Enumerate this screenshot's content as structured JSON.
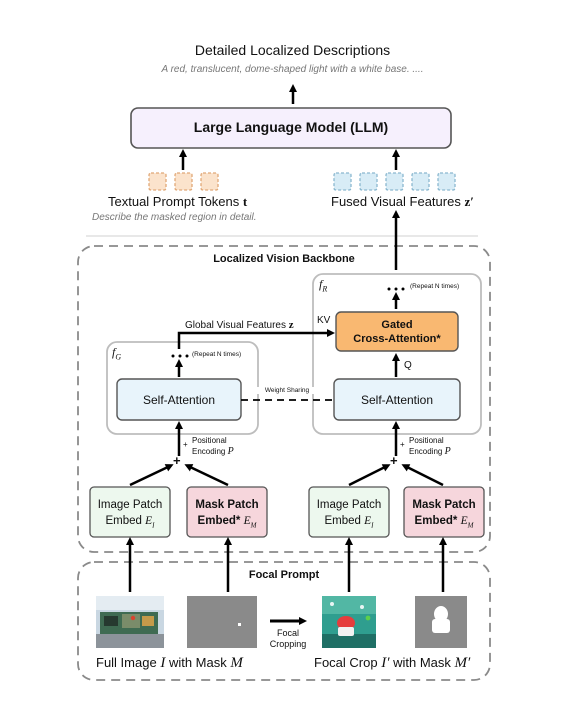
{
  "top": {
    "title": "Detailed Localized Descriptions",
    "example": "A red, translucent, dome-shaped light with a white base. ...."
  },
  "llm": {
    "label": "Large Language Model (LLM)"
  },
  "prompt_tokens": {
    "label": "Textual Prompt Tokens",
    "symbol": "t",
    "sublabel": "Describe the masked region in detail."
  },
  "fused": {
    "label": "Fused Visual Features",
    "symbol": "z′"
  },
  "backbone": {
    "title": "Localized Vision Backbone",
    "fg_label": "f",
    "fg_sub": "G",
    "fr_label": "f",
    "fr_sub": "R",
    "repeat_left": "(Repeat N times)",
    "repeat_right": "(Repeat N times)",
    "self_attention_left": "Self-Attention",
    "self_attention_right": "Self-Attention",
    "weight_sharing": "Weight Sharing",
    "gated_line1": "Gated",
    "gated_line2": "Cross-Attention*",
    "kv": "KV",
    "q": "Q",
    "global_features": "Global Visual Features",
    "global_symbol": "z",
    "pos_enc_line1": "Positional",
    "pos_enc_line2": "Encoding",
    "pos_enc_symbol": "P",
    "plus": "+",
    "image_patch_line1": "Image Patch",
    "image_patch_line2": "Embed",
    "image_patch_symbol": "E",
    "image_patch_sub": "I",
    "mask_patch_line1": "Mask Patch",
    "mask_patch_line2": "Embed*",
    "mask_patch_symbol": "E",
    "mask_patch_sub": "M"
  },
  "focal": {
    "title": "Focal Prompt",
    "cropping_line1": "Focal",
    "cropping_line2": "Cropping",
    "left_caption_a": "Full Image",
    "left_caption_sym1": "I",
    "left_caption_b": "with Mask",
    "left_caption_sym2": "M",
    "right_caption_a": "Focal Crop",
    "right_caption_sym1": "I′",
    "right_caption_b": "with Mask",
    "right_caption_sym2": "M′"
  },
  "colors": {
    "llm_fill": "#f6f0fd",
    "token_orange": "#fbe3cc",
    "token_blue": "#d8ecf6",
    "self_attention_fill": "#e8f4fb",
    "gated_fill": "#f9b871",
    "image_patch_fill": "#edf8ee",
    "mask_patch_fill": "#f6d6dc",
    "mask_gray": "#8a8a8a"
  }
}
